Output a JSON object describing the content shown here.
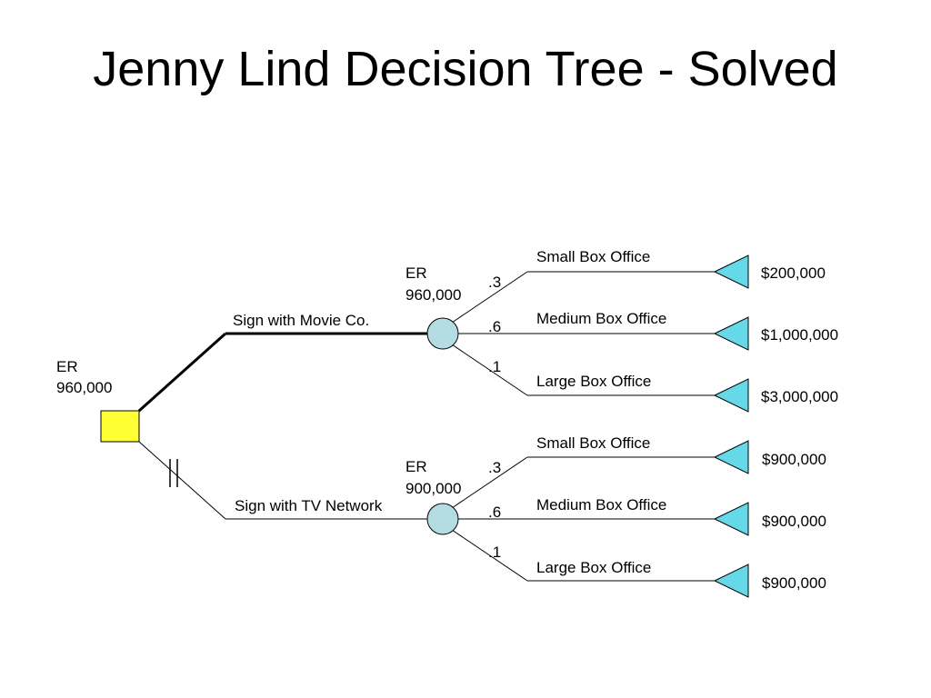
{
  "title": "Jenny Lind Decision Tree - Solved",
  "colors": {
    "decision_fill": "#ffff33",
    "chance_fill": "#b3dce3",
    "terminal_fill": "#66d9e8",
    "line": "#000000"
  },
  "root": {
    "er_label": "ER",
    "er_value": "960,000"
  },
  "branches": [
    {
      "label": "Sign with Movie Co.",
      "chosen": true,
      "er_label": "ER",
      "er_value": "960,000",
      "outcomes": [
        {
          "prob": ".3",
          "label": "Small Box Office",
          "payoff": "$200,000"
        },
        {
          "prob": ".6",
          "label": "Medium Box Office",
          "payoff": "$1,000,000"
        },
        {
          "prob": ".1",
          "label": "Large Box Office",
          "payoff": "$3,000,000"
        }
      ]
    },
    {
      "label": "Sign with TV Network",
      "chosen": false,
      "er_label": "ER",
      "er_value": "900,000",
      "outcomes": [
        {
          "prob": ".3",
          "label": "Small Box Office",
          "payoff": "$900,000"
        },
        {
          "prob": ".6",
          "label": "Medium Box Office",
          "payoff": "$900,000"
        },
        {
          "prob": ".1",
          "label": "Large Box Office",
          "payoff": "$900,000"
        }
      ]
    }
  ]
}
